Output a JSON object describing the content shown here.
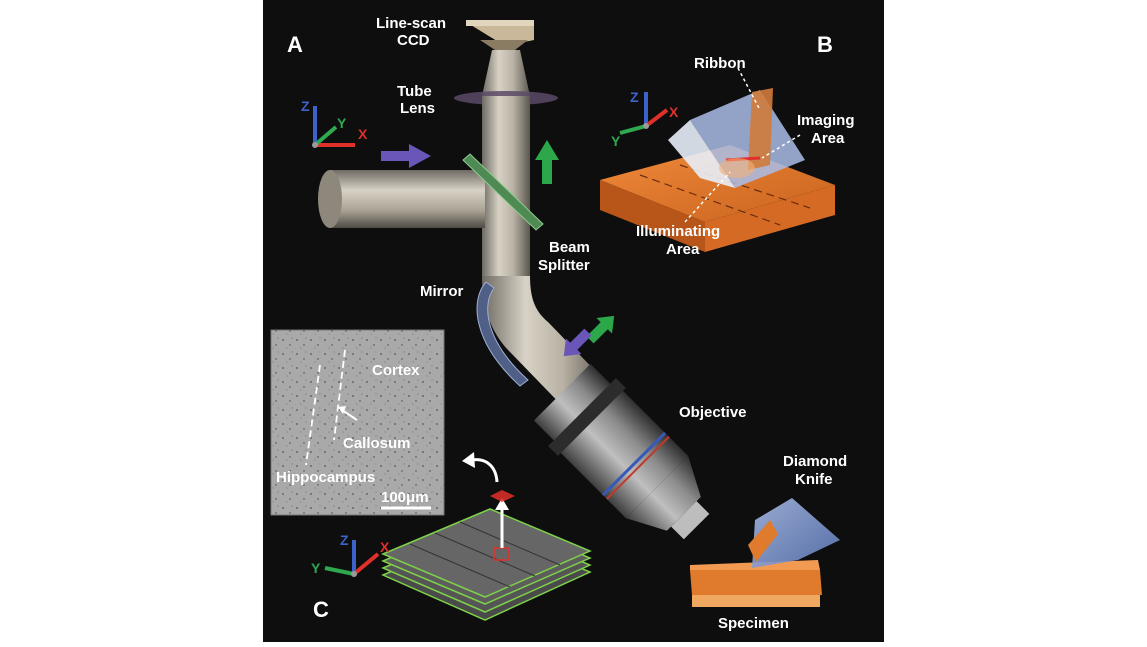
{
  "panels": {
    "a": "A",
    "b": "B",
    "c": "C"
  },
  "labels": {
    "line_scan_ccd_1": "Line-scan",
    "line_scan_ccd_2": "CCD",
    "tube_lens_1": "Tube",
    "tube_lens_2": "Lens",
    "beam_splitter_1": "Beam",
    "beam_splitter_2": "Splitter",
    "mirror": "Mirror",
    "objective": "Objective",
    "diamond_knife_1": "Diamond",
    "diamond_knife_2": "Knife",
    "specimen": "Specimen",
    "ribbon": "Ribbon",
    "imaging_area_1": "Imaging",
    "imaging_area_2": "Area",
    "illuminating_area_1": "Illuminating",
    "illuminating_area_2": "Area",
    "cortex": "Cortex",
    "callosum": "Callosum",
    "hippocampus": "Hippocampus",
    "scale_bar": "100μm"
  },
  "axes": {
    "x": "X",
    "y": "Y",
    "z": "Z"
  },
  "colors": {
    "background": "#0e0e0e",
    "axis_x": "#e0302a",
    "axis_y": "#2fa84f",
    "axis_z": "#3b63c9",
    "arrow_illumination": "#6a55b8",
    "arrow_emission": "#2ca84a",
    "specimen_orange": "#e07a2c",
    "section_green": "#7ed04a"
  }
}
